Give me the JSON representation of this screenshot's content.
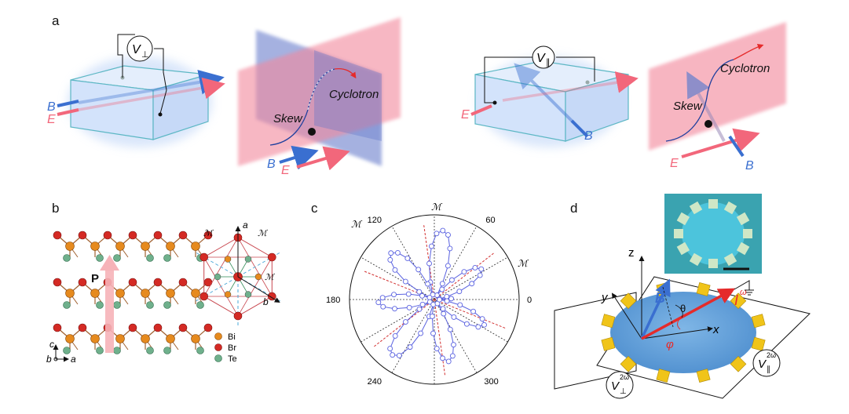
{
  "panels": {
    "a": "a",
    "b": "b",
    "c": "c",
    "d": "d"
  },
  "colors": {
    "field_blue": "#3a6fd0",
    "current_pink": "#f2677b",
    "slab_fill": "#d3e3fb",
    "slab_edge": "#5cb7c4",
    "bi": "#e68a1e",
    "br": "#d42a24",
    "te": "#6fb08c",
    "polar_curve": "#5a62e0",
    "polar_axis": "#d23030",
    "contact": "#f0c419",
    "disk": "#5f9fd8"
  },
  "panel_a": {
    "left": {
      "voltage": "V",
      "voltage_sub": "⊥",
      "B": "B",
      "E": "E",
      "skew": "Skew",
      "cyclotron": "Cyclotron",
      "B2": "B",
      "E2": "E"
    },
    "right": {
      "voltage": "V",
      "voltage_sub": "∥",
      "E": "E",
      "B": "B",
      "skew": "Skew",
      "cyclotron": "Cyclotron",
      "E2": "E",
      "B2": "B"
    }
  },
  "panel_b": {
    "polar_label": "P",
    "axes": {
      "c": "c",
      "b": "b",
      "a": "a"
    },
    "hex_axes": {
      "a": "a",
      "b": "b"
    },
    "mirror_label": "ℳ",
    "legend": [
      {
        "element": "Bi",
        "color": "#e68a1e"
      },
      {
        "element": "Br",
        "color": "#d42a24"
      },
      {
        "element": "Te",
        "color": "#6fb08c"
      }
    ]
  },
  "panel_c": {
    "angle_labels": [
      "0",
      "60",
      "120",
      "180",
      "240",
      "300"
    ],
    "mirror_label": "ℳ"
  },
  "chart_data": {
    "type": "scatter",
    "coordinate_system": "polar",
    "theta_unit": "degrees",
    "theta_tick_labels": [
      "0",
      "60",
      "120",
      "180",
      "240",
      "300"
    ],
    "mirror_directions_deg": [
      30,
      90,
      150
    ],
    "theta": [
      0,
      5,
      10,
      15,
      20,
      25,
      30,
      35,
      40,
      45,
      50,
      55,
      60,
      65,
      70,
      75,
      80,
      85,
      90,
      95,
      100,
      105,
      110,
      115,
      120,
      125,
      130,
      135,
      140,
      145,
      150,
      155,
      160,
      165,
      170,
      175,
      180,
      185,
      190,
      195,
      200,
      205,
      210,
      215,
      220,
      225,
      230,
      235,
      240,
      245,
      250,
      255,
      260,
      265,
      270,
      275,
      280,
      285,
      290,
      295,
      300,
      305,
      310,
      315,
      320,
      325,
      330,
      335,
      340,
      345,
      350,
      355
    ],
    "r": [
      0.06,
      0.15,
      0.31,
      0.48,
      0.61,
      0.66,
      0.61,
      0.48,
      0.31,
      0.15,
      0.06,
      0.21,
      0.43,
      0.63,
      0.78,
      0.82,
      0.78,
      0.63,
      0.43,
      0.21,
      0.06,
      0.2,
      0.4,
      0.58,
      0.7,
      0.75,
      0.7,
      0.58,
      0.4,
      0.2,
      0.06,
      0.15,
      0.31,
      0.48,
      0.61,
      0.66,
      0.61,
      0.48,
      0.31,
      0.15,
      0.06,
      0.21,
      0.43,
      0.63,
      0.78,
      0.82,
      0.78,
      0.63,
      0.43,
      0.21,
      0.06,
      0.2,
      0.4,
      0.58,
      0.7,
      0.75,
      0.7,
      0.58,
      0.4,
      0.2,
      0.06,
      0.15,
      0.31,
      0.48,
      0.61,
      0.66,
      0.61,
      0.48,
      0.31,
      0.15,
      0.06,
      0.2
    ],
    "rlim": [
      0,
      1
    ],
    "grid": true
  },
  "panel_d": {
    "z": "z",
    "y": "y",
    "x": "x",
    "B": "B",
    "theta": "θ",
    "phi": "φ",
    "I": "I",
    "I_sup": "ω",
    "v_perp": "V",
    "v_perp_sub": "⊥",
    "v_perp_sup": "2ω",
    "v_par": "V",
    "v_par_sub": "∥",
    "v_par_sup": "2ω"
  }
}
